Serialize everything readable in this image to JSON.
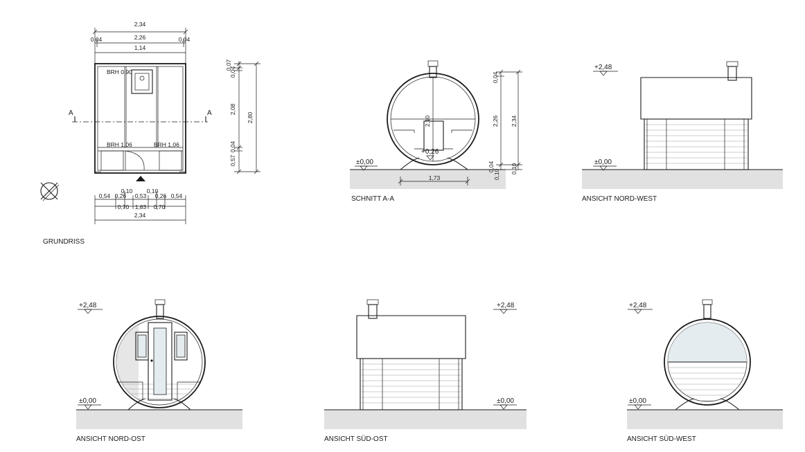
{
  "views": {
    "grundriss": {
      "label": "GRUNDRISS",
      "dims_top": [
        "2,34",
        "2,26",
        "1,14",
        "0,04",
        "0,04"
      ],
      "dims_right": [
        "0,07",
        "0,04",
        "2,08",
        "0,04",
        "0,57",
        "2,80"
      ],
      "dims_bottom": [
        "0,10",
        "0,10",
        "0,54",
        "0,26",
        "0,53",
        "0,26",
        "0,54",
        "0,70",
        "1,83",
        "0,70",
        "2,34"
      ],
      "brh": [
        "BRH 0,90",
        "BRH 1,06",
        "BRH 1,06"
      ],
      "section_mark": "A"
    },
    "schnitt": {
      "label": "SCHNITT A-A",
      "level_floor": "±0,00",
      "level_bench": "+0,26",
      "dims": [
        "2,10",
        "0,04",
        "2,26",
        "2,34",
        "0,04",
        "0,10",
        "0,10",
        "1,73"
      ]
    },
    "nord_west": {
      "label": "ANSICHT NORD-WEST",
      "level_top": "+2,48",
      "level_floor": "±0,00"
    },
    "nord_ost": {
      "label": "ANSICHT NORD-OST",
      "level_top": "+2,48",
      "level_floor": "±0,00"
    },
    "sued_ost": {
      "label": "ANSICHT SÜD-OST",
      "level_top": "+2,48",
      "level_floor": "±0,00"
    },
    "sued_west": {
      "label": "ANSICHT SÜD-WEST",
      "level_top": "+2,48",
      "level_floor": "±0,00"
    }
  }
}
